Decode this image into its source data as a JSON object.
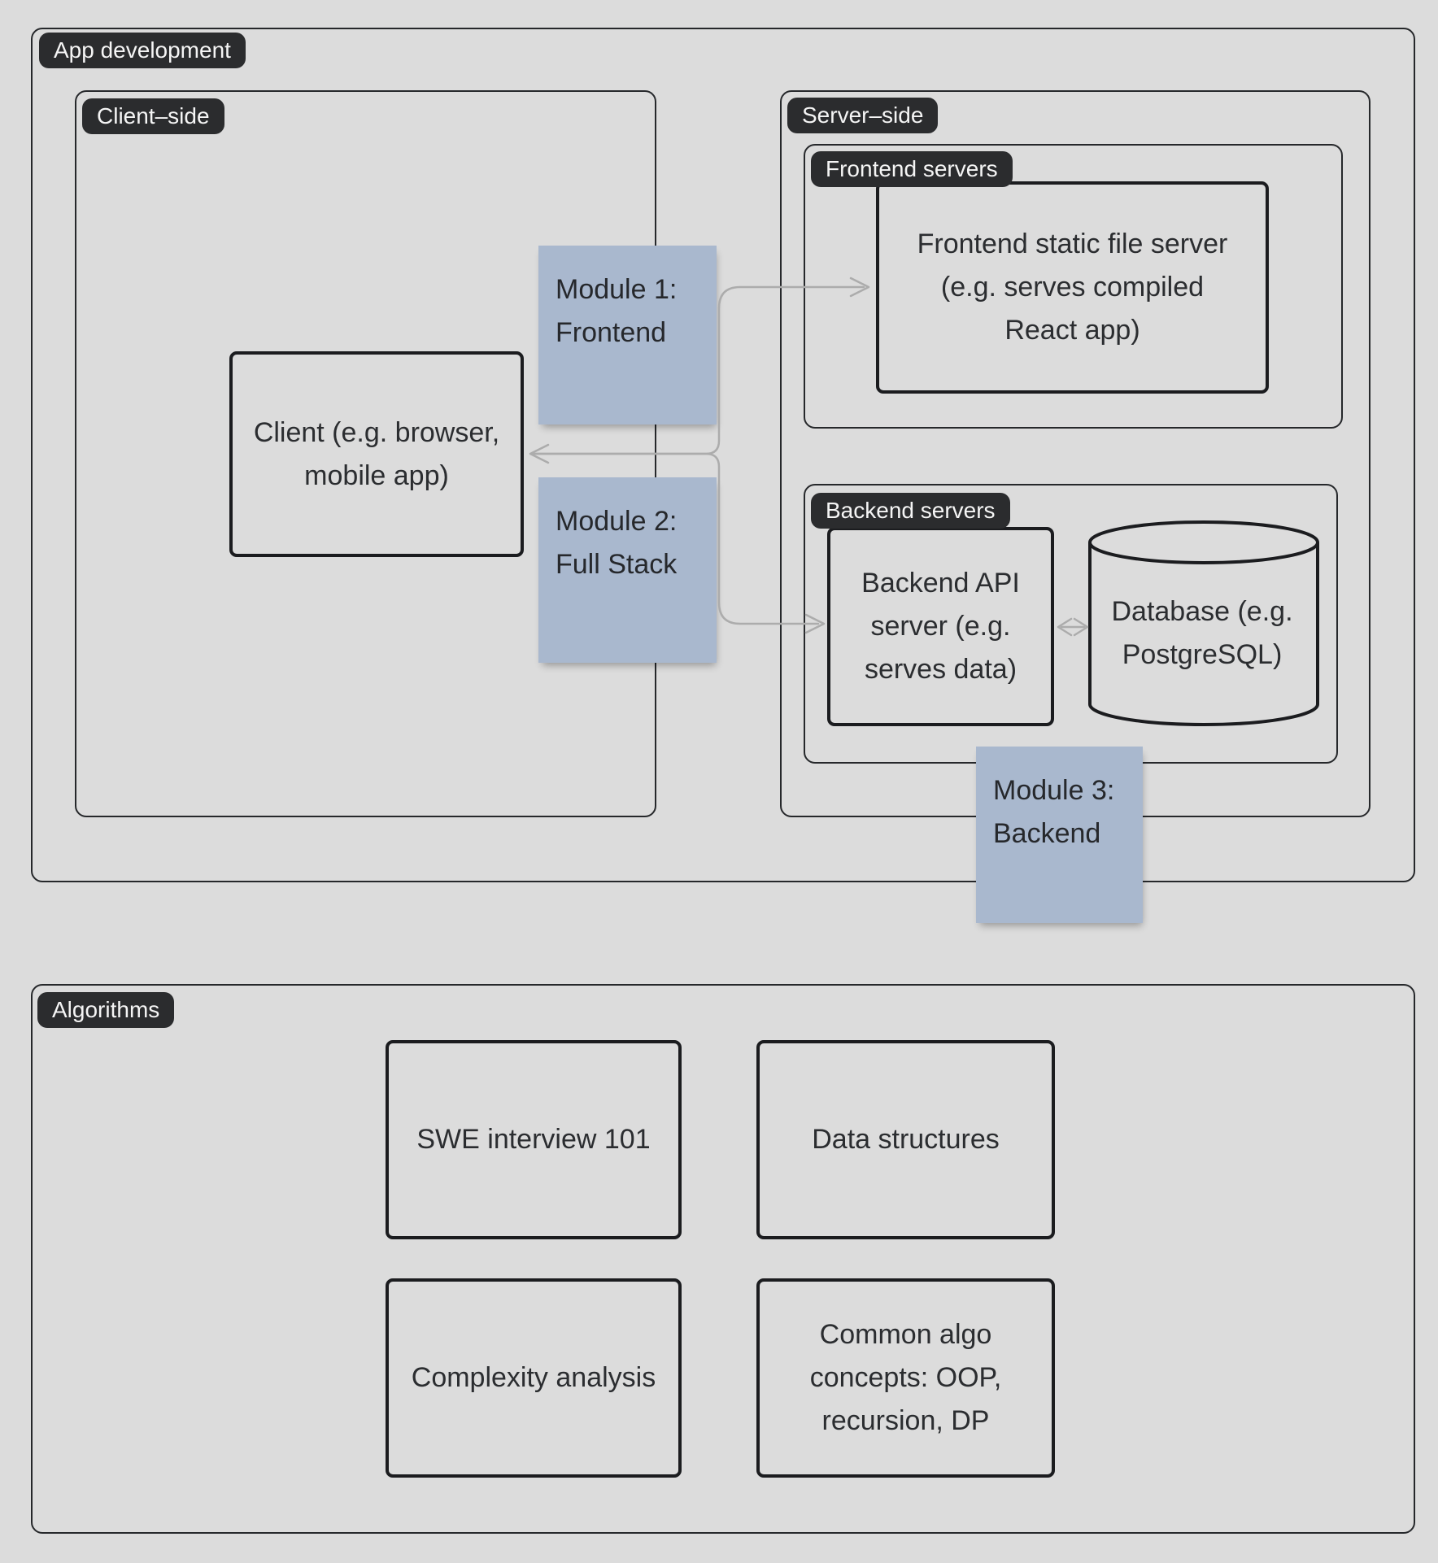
{
  "colors": {
    "canvas_bg": "#dcdcdc",
    "sticky_bg": "#a9b8ce",
    "pill_bg": "#2b2c2e",
    "pill_text": "#f5f5f5",
    "node_border": "#1b1c1f",
    "group_border": "#26282b",
    "node_text": "#2b2d30",
    "arrow": "#acacac"
  },
  "groups": {
    "app_development": "App development",
    "client_side": "Client–side",
    "server_side": "Server–side",
    "frontend_servers": "Frontend servers",
    "backend_servers": "Backend servers",
    "algorithms": "Algorithms"
  },
  "nodes": {
    "client": {
      "label": "Client (e.g. browser, mobile app)",
      "lines": [
        "Client (e.g. browser,",
        "mobile app)"
      ]
    },
    "frontend_static_server": {
      "label": "Frontend static file server (e.g. serves compiled React app)",
      "lines": [
        "Frontend static file server",
        "(e.g. serves compiled",
        "React app)"
      ]
    },
    "backend_api_server": {
      "label": "Backend API server (e.g. serves data)",
      "lines": [
        "Backend API",
        "server (e.g.",
        "serves data)"
      ]
    },
    "database": {
      "label": "Database (e.g. PostgreSQL)",
      "lines": [
        "Database (e.g.",
        "PostgreSQL)"
      ]
    },
    "swe_interview": {
      "label": "SWE interview 101",
      "lines": [
        "SWE interview 101"
      ]
    },
    "data_structures": {
      "label": "Data structures",
      "lines": [
        "Data structures"
      ]
    },
    "complexity_analysis": {
      "label": "Complexity analysis",
      "lines": [
        "Complexity analysis"
      ]
    },
    "common_algo": {
      "label": "Common algo concepts: OOP, recursion, DP",
      "lines": [
        "Common algo",
        "concepts: OOP,",
        "recursion, DP"
      ]
    }
  },
  "stickies": {
    "module1": {
      "label": "Module 1: Frontend",
      "lines": [
        "Module 1:",
        "Frontend"
      ]
    },
    "module2": {
      "label": "Module 2: Full Stack",
      "lines": [
        "Module 2:",
        "Full Stack"
      ]
    },
    "module3": {
      "label": "Module 3: Backend",
      "lines": [
        "Module 3:",
        "Backend"
      ]
    }
  }
}
